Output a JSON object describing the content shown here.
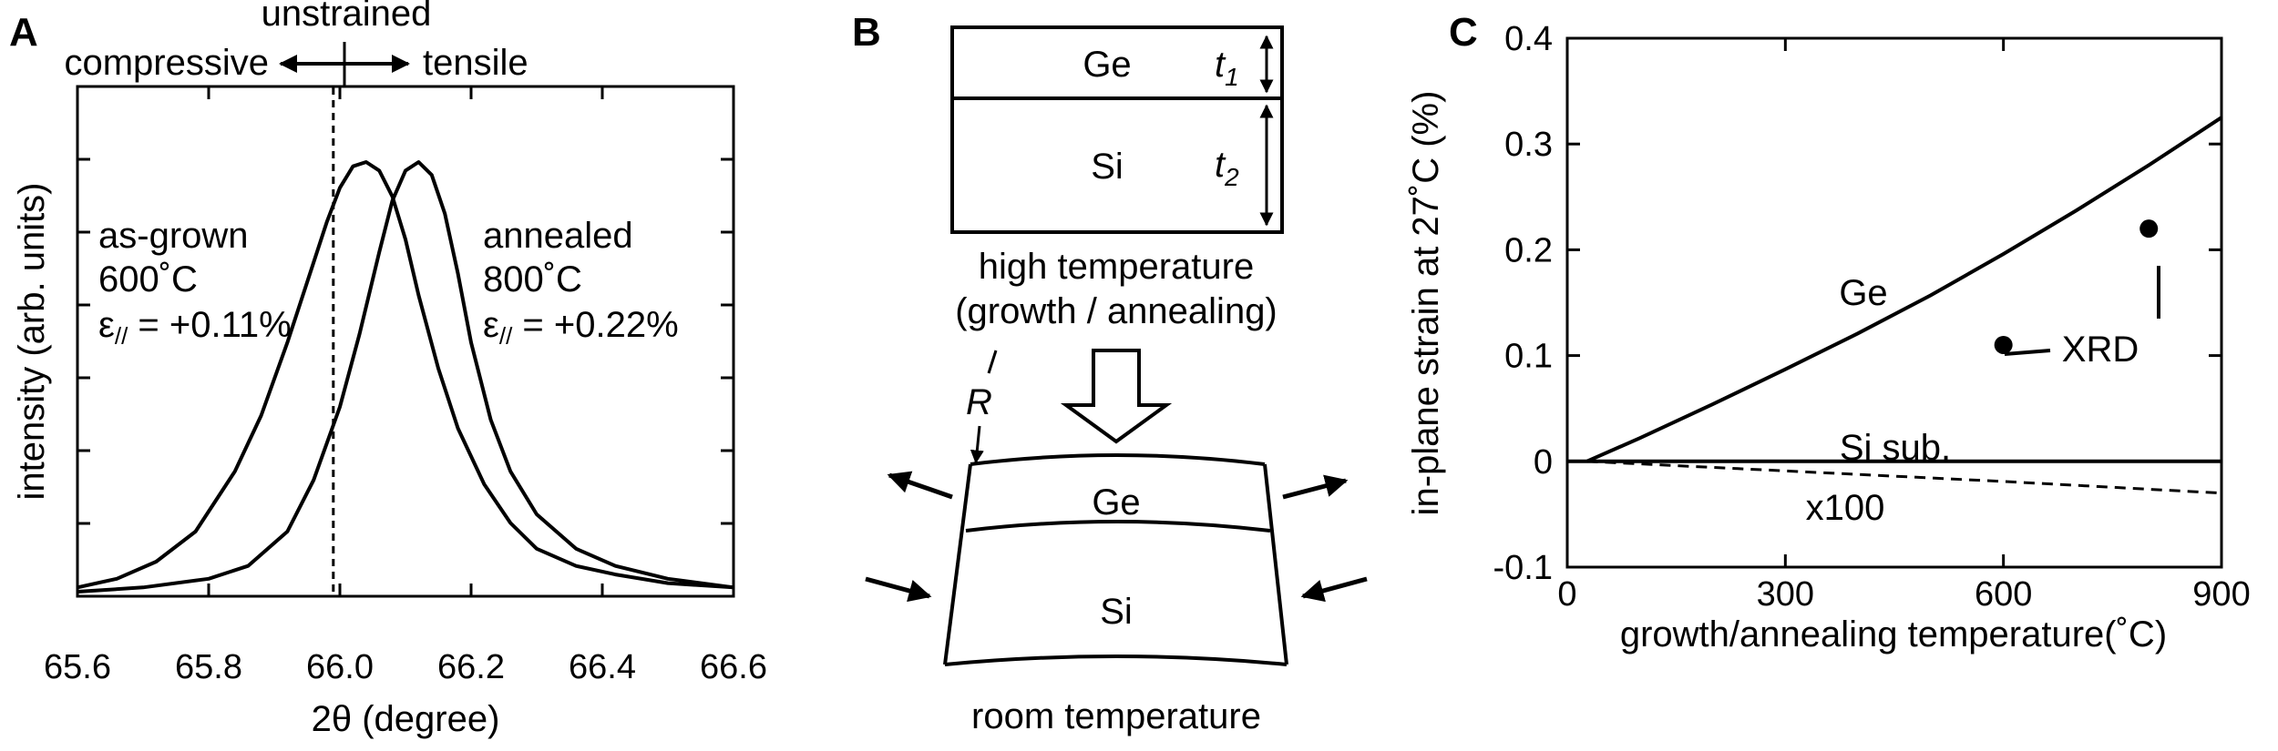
{
  "panels": {
    "a": {
      "letter": "A",
      "top_label": "unstrained",
      "left_arrow_label": "compressive",
      "right_arrow_label": "tensile",
      "as_grown": {
        "line1": "as-grown",
        "line2": "600˚C",
        "strain_symbol": "ε",
        "strain_sub": "//",
        "strain_value": " = +0.11%"
      },
      "annealed": {
        "line1": "annealed",
        "line2": "800˚C",
        "strain_symbol": "ε",
        "strain_sub": "//",
        "strain_value": " = +0.22%"
      }
    },
    "b": {
      "letter": "B",
      "top_ge": "Ge",
      "top_si": "Si",
      "t1_base": "t",
      "t1_sub": "1",
      "t2_base": "t",
      "t2_sub": "2",
      "high_temp_line1": "high temperature",
      "high_temp_line2": "(growth / annealing)",
      "radius_label": "R",
      "bottom_ge": "Ge",
      "bottom_si": "Si",
      "room_temp": "room temperature"
    },
    "c": {
      "letter": "C",
      "ge_label": "Ge",
      "xrd_label": "XRD",
      "si_label": "Si sub.",
      "x100_label": "x100"
    }
  },
  "chart_data": [
    {
      "type": "line",
      "xlabel": "2θ (degree)",
      "ylabel": "intensity (arb. units)",
      "xlim": [
        65.6,
        66.6
      ],
      "xticks": [
        "65.6",
        "65.8",
        "66.0",
        "66.2",
        "66.4",
        "66.6"
      ],
      "xtick_values": [
        65.6,
        65.8,
        66.0,
        66.2,
        66.4,
        66.6
      ],
      "unstrained_x": 65.99,
      "series": [
        {
          "x": [
            65.6,
            65.66,
            65.72,
            65.78,
            65.84,
            65.88,
            65.92,
            65.95,
            65.98,
            66.0,
            66.02,
            66.04,
            66.06,
            66.08,
            66.1,
            66.12,
            66.15,
            66.18,
            66.22,
            66.26,
            66.3,
            66.36,
            66.42,
            66.5,
            66.6
          ],
          "values": [
            0.01,
            0.03,
            0.07,
            0.14,
            0.28,
            0.41,
            0.58,
            0.72,
            0.86,
            0.94,
            0.99,
            1.0,
            0.98,
            0.92,
            0.82,
            0.69,
            0.52,
            0.38,
            0.25,
            0.16,
            0.1,
            0.06,
            0.04,
            0.02,
            0.01
          ]
        },
        {
          "x": [
            65.6,
            65.7,
            65.8,
            65.86,
            65.92,
            65.96,
            66.0,
            66.03,
            66.06,
            66.08,
            66.1,
            66.12,
            66.14,
            66.16,
            66.18,
            66.2,
            66.23,
            66.26,
            66.3,
            66.36,
            66.42,
            66.5,
            66.6
          ],
          "values": [
            0.0,
            0.01,
            0.03,
            0.06,
            0.14,
            0.26,
            0.43,
            0.6,
            0.79,
            0.91,
            0.98,
            1.0,
            0.97,
            0.88,
            0.74,
            0.58,
            0.4,
            0.28,
            0.18,
            0.1,
            0.06,
            0.03,
            0.01
          ]
        }
      ]
    },
    {
      "type": "line",
      "xlabel": "growth/annealing temperature(˚C)",
      "ylabel": "in-plane strain at 27˚C (%)",
      "xlim": [
        0,
        900
      ],
      "ylim": [
        -0.1,
        0.4
      ],
      "xticks": [
        "0",
        "300",
        "600",
        "900"
      ],
      "xtick_values": [
        0,
        300,
        600,
        900
      ],
      "yticks": [
        "-0.1",
        "0",
        "0.1",
        "0.2",
        "0.3",
        "0.4"
      ],
      "ytick_values": [
        -0.1,
        0,
        0.1,
        0.2,
        0.3,
        0.4
      ],
      "series": [
        {
          "style": "solid",
          "x": [
            27,
            100,
            200,
            300,
            400,
            500,
            600,
            700,
            800,
            900
          ],
          "values": [
            0.0,
            0.022,
            0.054,
            0.087,
            0.121,
            0.157,
            0.196,
            0.237,
            0.28,
            0.325
          ]
        },
        {
          "style": "solid",
          "x": [
            0,
            900
          ],
          "values": [
            0.0,
            0.0
          ]
        },
        {
          "style": "dashed",
          "x": [
            27,
            300,
            600,
            900
          ],
          "values": [
            0.0,
            -0.009,
            -0.019,
            -0.03
          ]
        },
        {
          "style": "points",
          "x": [
            600,
            800
          ],
          "values": [
            0.11,
            0.22
          ]
        }
      ]
    }
  ]
}
